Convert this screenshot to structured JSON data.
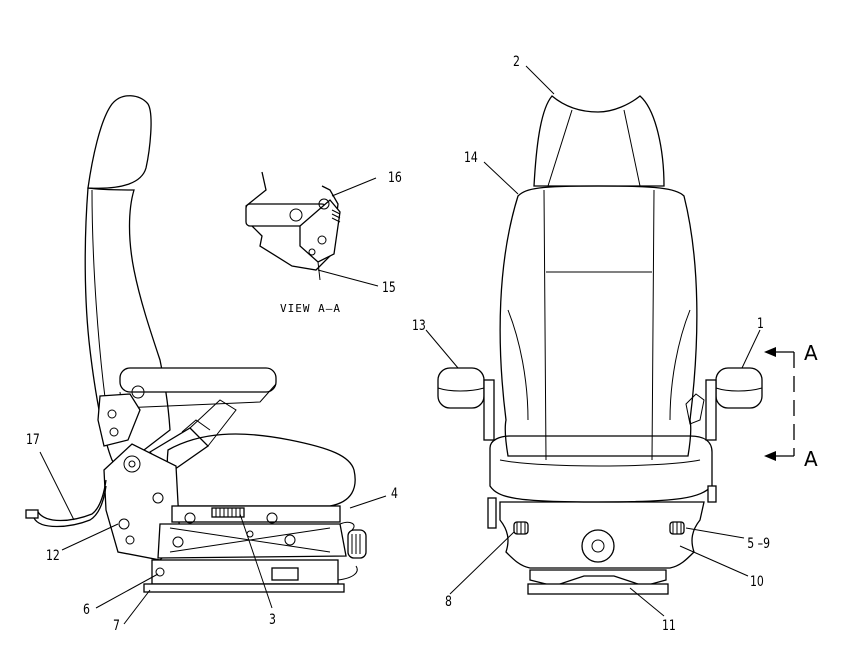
{
  "callouts": {
    "c1": "1",
    "c2": "2",
    "c3": "3",
    "c4": "4",
    "c59": "5 –9",
    "c6": "6",
    "c7": "7",
    "c8": "8",
    "c10": "10",
    "c11": "11",
    "c12": "12",
    "c13": "13",
    "c14": "14",
    "c15": "15",
    "c16": "16",
    "c17": "17"
  },
  "view_label": "VIEW  A–A",
  "section_marks": {
    "top": "A",
    "bottom": "A"
  }
}
